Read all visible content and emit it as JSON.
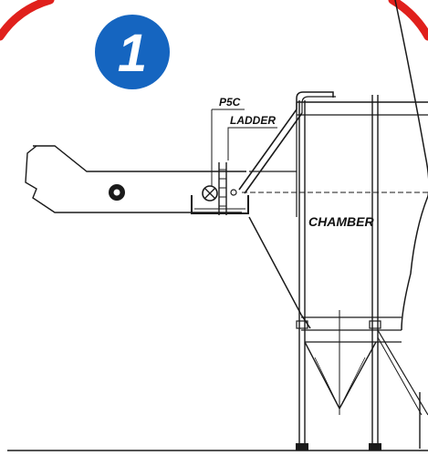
{
  "badge": {
    "number": "1",
    "color": "#1565c0"
  },
  "frame": {
    "ring_color": "#e0201c"
  },
  "labels": {
    "psc": "P5C",
    "ladder": "LADDER",
    "chamber": "CHAMBER"
  }
}
